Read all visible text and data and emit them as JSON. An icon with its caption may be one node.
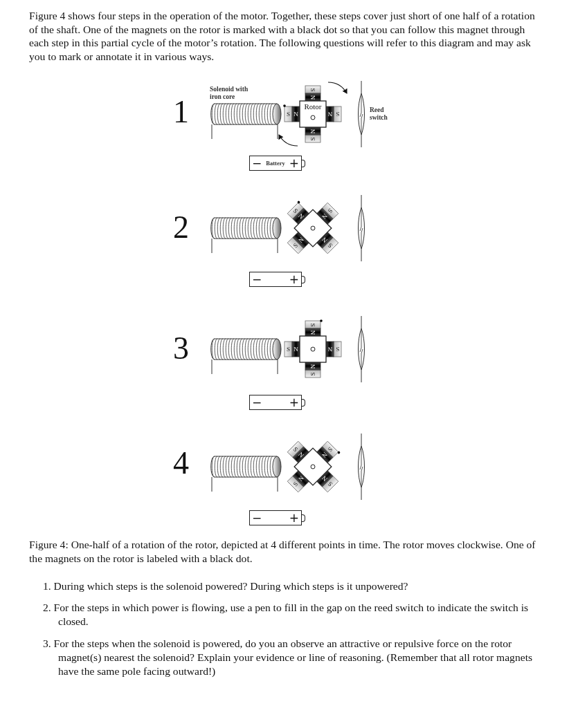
{
  "diagram": {
    "caption": "Figure 4: One-half of a rotation of the rotor, depicted at 4 different points in time. The rotor moves clockwise. One of the magnets on the rotor is labeled with a black dot.",
    "nodes": [
      {
        "text": [
          "Rotor"
        ]
      },
      {
        "text": [
          "−",
          "Battery",
          "+"
        ]
      },
      {
        "text": [],
        "shape": "picture"
      },
      {
        "text": [
          "−",
          "+"
        ]
      },
      {
        "text": [],
        "shape": "picture"
      },
      {
        "text": [
          "−",
          "+"
        ]
      },
      {
        "text": [],
        "shape": "picture"
      },
      {
        "text": [
          "−",
          "+"
        ]
      }
    ],
    "labels": [
      "Figure 4 shows four steps in the operation of the motor. Together, these steps cover just short of one half of a rotation of the shaft. One of the magnets on the rotor is marked with a black dot so that you can follow this magnet through each step in this partial cycle of the motor’s rotation. The following questions will refer to this diagram and may ask you to mark or annotate it in various ways.",
      "Solenoid with iron core",
      "1",
      "S",
      "N",
      "S",
      "N",
      "S",
      "N",
      "S",
      "N",
      "Reed switch",
      "2",
      "S",
      "N",
      "S",
      "N",
      "S",
      "N",
      "S",
      "N",
      "3",
      "S",
      "N",
      "S",
      "N",
      "S",
      "N",
      "S",
      "N",
      "4",
      "S",
      "N",
      "S",
      "N",
      "S",
      "N",
      "S",
      "N",
      "1. During which steps is the solenoid powered? During which steps is it unpowered?",
      "2. For the steps in which power is flowing, use a pen to fill in the gap on the reed switch to indicate the switch is closed.",
      "3. For the steps when the solenoid is powered, do you an observe an attractive or repulsive force on the rotor magnet(s) nearest the solenoid? Explain your evidence or line of reasoning. (Remember that all rotor magnets have the same pole facing outward!)"
    ]
  }
}
